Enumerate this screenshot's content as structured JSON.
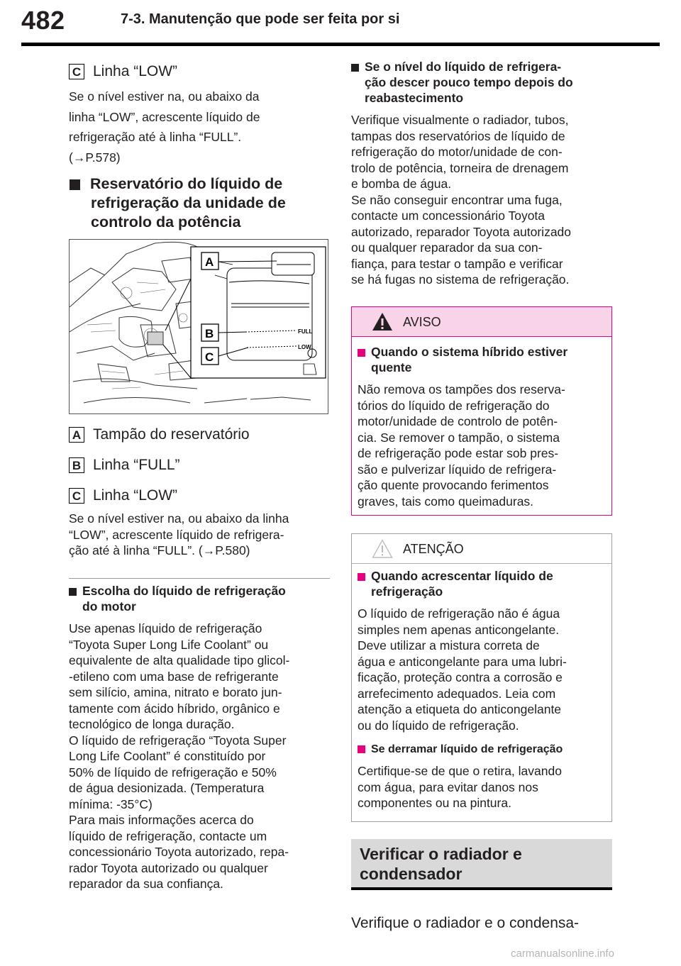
{
  "header": {
    "page_number": "482",
    "section_title": "7-3. Manutenção que pode ser feita por si"
  },
  "left": {
    "top_item": {
      "letter": "C",
      "label": "Linha “LOW”"
    },
    "top_para": [
      "Se o nível estiver na, ou abaixo da",
      "linha “LOW”, acrescente líquido de",
      "refrigeração até à linha “FULL”.",
      "(→P.578)"
    ],
    "heading": [
      "Reservatório do líquido de",
      "refrigeração da unidade de",
      "controlo da potência"
    ],
    "figure": {
      "callouts": [
        "A",
        "B",
        "C"
      ],
      "full_mark": "FULL",
      "low_mark": "LOW"
    },
    "items": [
      {
        "letter": "A",
        "label": "Tampão do reservatório"
      },
      {
        "letter": "B",
        "label": "Linha “FULL”"
      },
      {
        "letter": "C",
        "label": "Linha “LOW”"
      }
    ],
    "para2": [
      "Se o nível estiver na, ou abaixo da linha",
      "“LOW”, acrescente líquido de refrigera-",
      "ção até à linha “FULL”. (→P.580)"
    ],
    "sub_heading": [
      "Escolha do líquido de refrigeração",
      "do motor"
    ],
    "para3": [
      "Use apenas líquido de refrigeração",
      "“Toyota Super Long Life Coolant” ou",
      "equivalente de alta qualidade tipo glicol-",
      "-etileno com uma base de refrigerante",
      "sem silício, amina, nitrato e borato jun-",
      "tamente com ácido híbrido, orgânico e",
      "tecnológico de longa duração.",
      "O líquido de refrigeração “Toyota Super",
      "Long Life Coolant” é constituído por",
      "50% de líquido de refrigeração e 50%",
      "de água desionizada. (Temperatura",
      "mínima: -35°C)",
      "Para mais informações acerca do",
      "líquido de refrigeração, contacte um",
      "concessionário Toyota autorizado, repa-",
      "rador Toyota autorizado ou qualquer",
      "reparador da sua confiança."
    ]
  },
  "right": {
    "sub_heading": [
      "Se o nível do líquido de refrigera-",
      "ção descer pouco tempo depois do",
      "reabastecimento"
    ],
    "para": [
      "Verifique visualmente o radiador, tubos,",
      "tampas dos reservatórios de líquido de",
      "refrigeração do motor/unidade de con-",
      "trolo de potência, torneira de drenagem",
      "e bomba de água.",
      "Se não conseguir encontrar uma fuga,",
      "contacte um concessionário Toyota",
      "autorizado, reparador Toyota autorizado",
      "ou qualquer reparador da sua con-",
      "fiança, para testar o tampão e verificar",
      "se há fugas no sistema de refrigeração."
    ],
    "aviso": {
      "title": "AVISO",
      "heading": [
        "Quando o sistema híbrido estiver",
        "quente"
      ],
      "body": [
        "Não remova os tampões dos reserva-",
        "tórios do líquido de refrigeração do",
        "motor/unidade de controlo de potên-",
        "cia. Se remover o tampão, o sistema",
        "de refrigeração pode estar sob pres-",
        "são e pulverizar líquido de refrigera-",
        "ção quente provocando ferimentos",
        "graves, tais como queimaduras."
      ]
    },
    "atencao": {
      "title": "ATENÇÃO",
      "heading1": [
        "Quando acrescentar líquido de",
        "refrigeração"
      ],
      "body1": [
        "O líquido de refrigeração não é água",
        "simples nem apenas anticongelante.",
        "Deve utilizar a mistura correta de",
        "água e anticongelante para uma lubri-",
        "ficação, proteção contra a corrosão e",
        "arrefecimento adequados. Leia com",
        "atenção a etiqueta do anticongelante",
        "ou do líquido de refrigeração."
      ],
      "heading2": "Se derramar líquido de refrigeração",
      "body2": [
        "Certifique-se de que o retira, lavando",
        "com água, para evitar danos nos",
        "componentes ou na pintura."
      ]
    },
    "section_title": [
      "Verificar o radiador e",
      "condensador"
    ],
    "last_line": "Verifique o radiador e o condensa-"
  },
  "watermark": "carmanualsonline.info",
  "colors": {
    "aviso_border": "#e6007e",
    "aviso_fill": "#f9d3e8",
    "section_fill": "#d9d9d9"
  }
}
